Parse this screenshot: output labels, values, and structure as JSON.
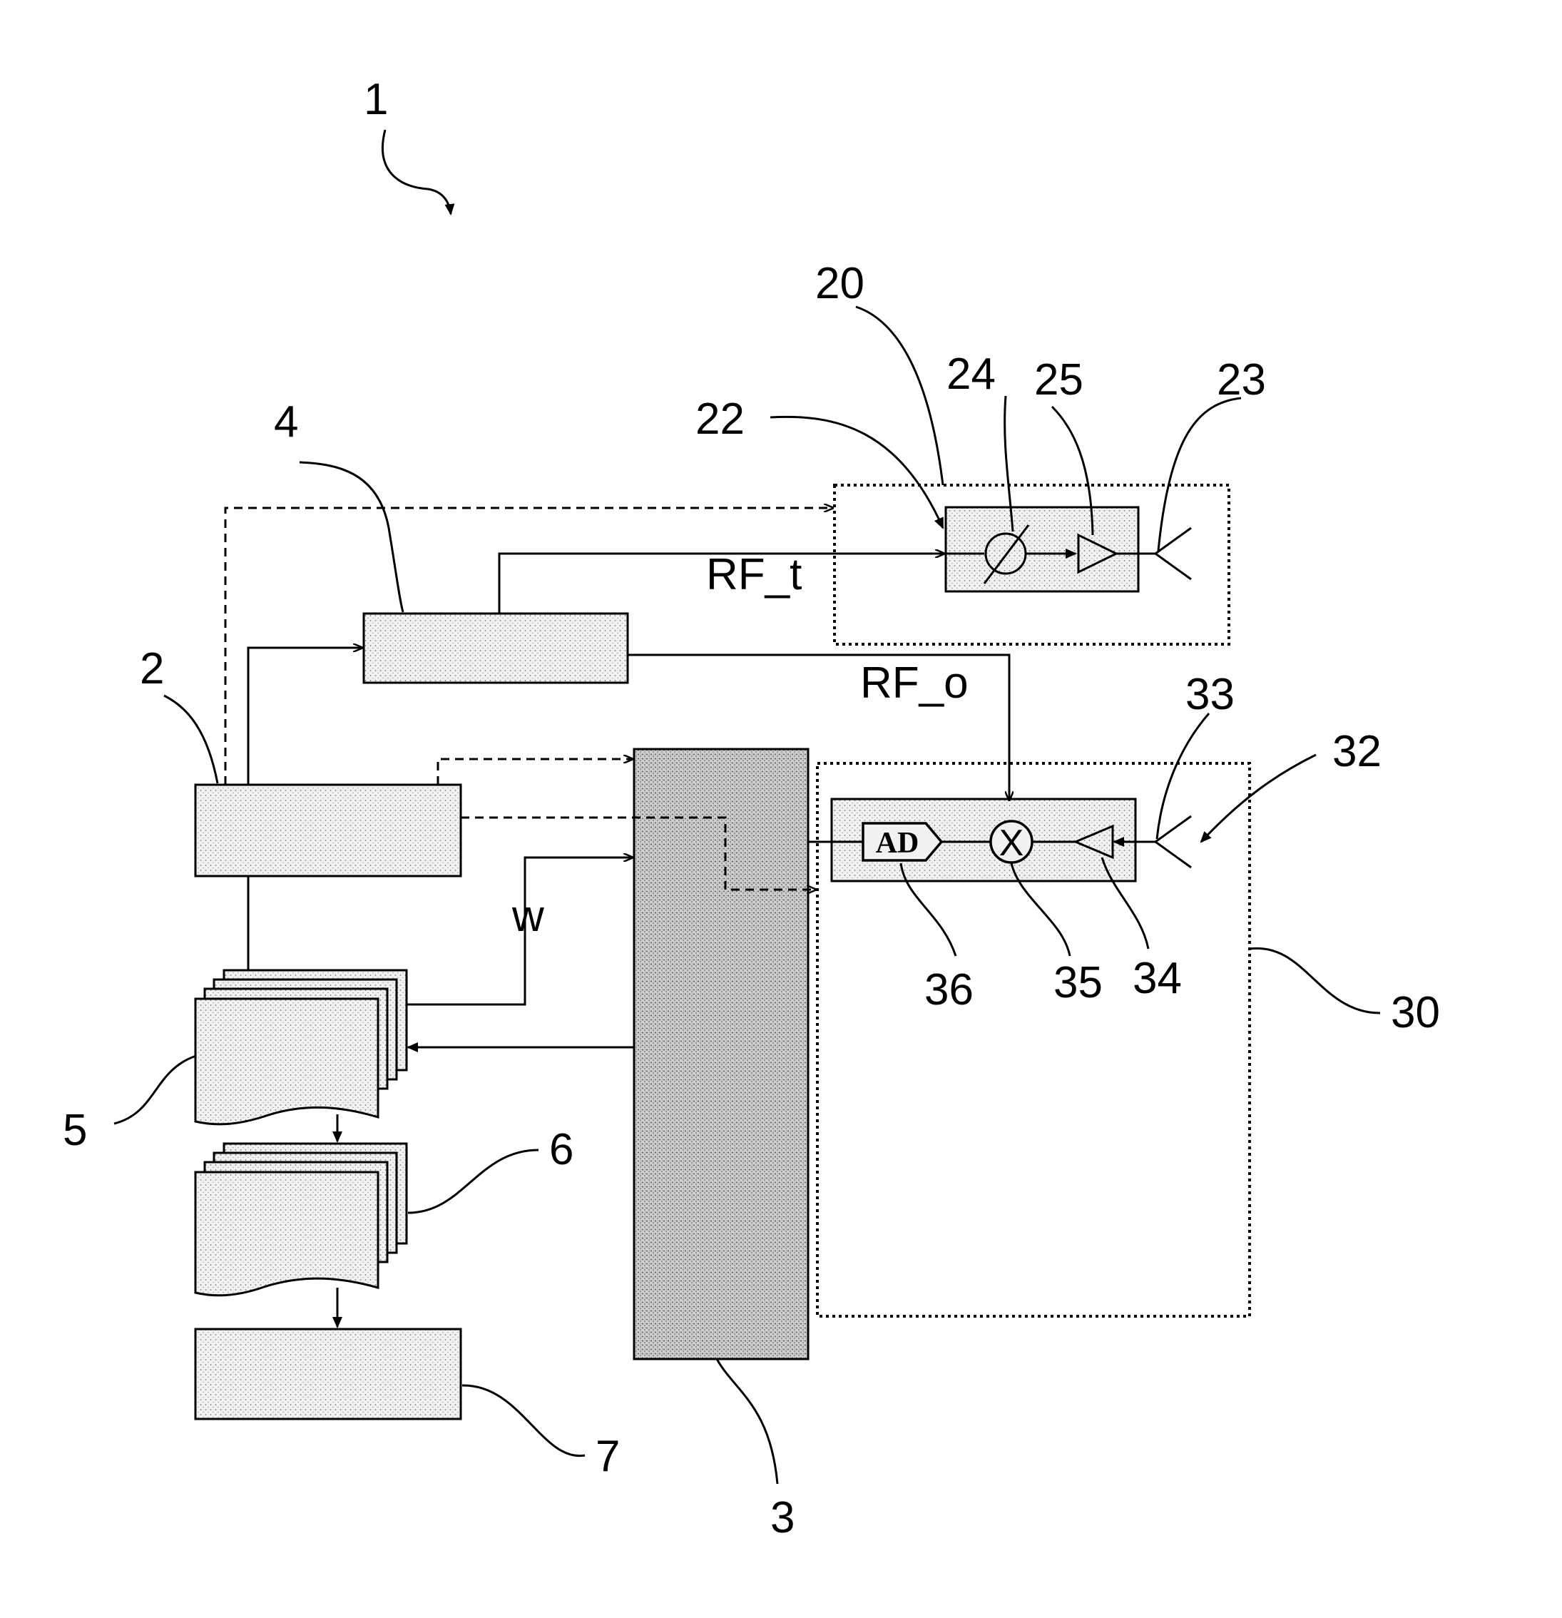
{
  "labels": {
    "system": "1",
    "controller": "2",
    "shared_block": "3",
    "generator": "4",
    "stack_5": "5",
    "stack_6": "6",
    "output_block": "7",
    "transmitter": "20",
    "tx_input": "22",
    "tx_antenna": "23",
    "phase_shifter": "24",
    "tx_amplifier": "25",
    "receiver": "30",
    "rx_antenna_arrow": "32",
    "rx_antenna": "33",
    "rx_amplifier": "34",
    "mixer": "35",
    "adc": "36"
  },
  "signals": {
    "rf_t": "RF_t",
    "rf_o": "RF_o",
    "w": "w"
  },
  "components": {
    "adc_text": "AD",
    "mixer_text": "X"
  }
}
